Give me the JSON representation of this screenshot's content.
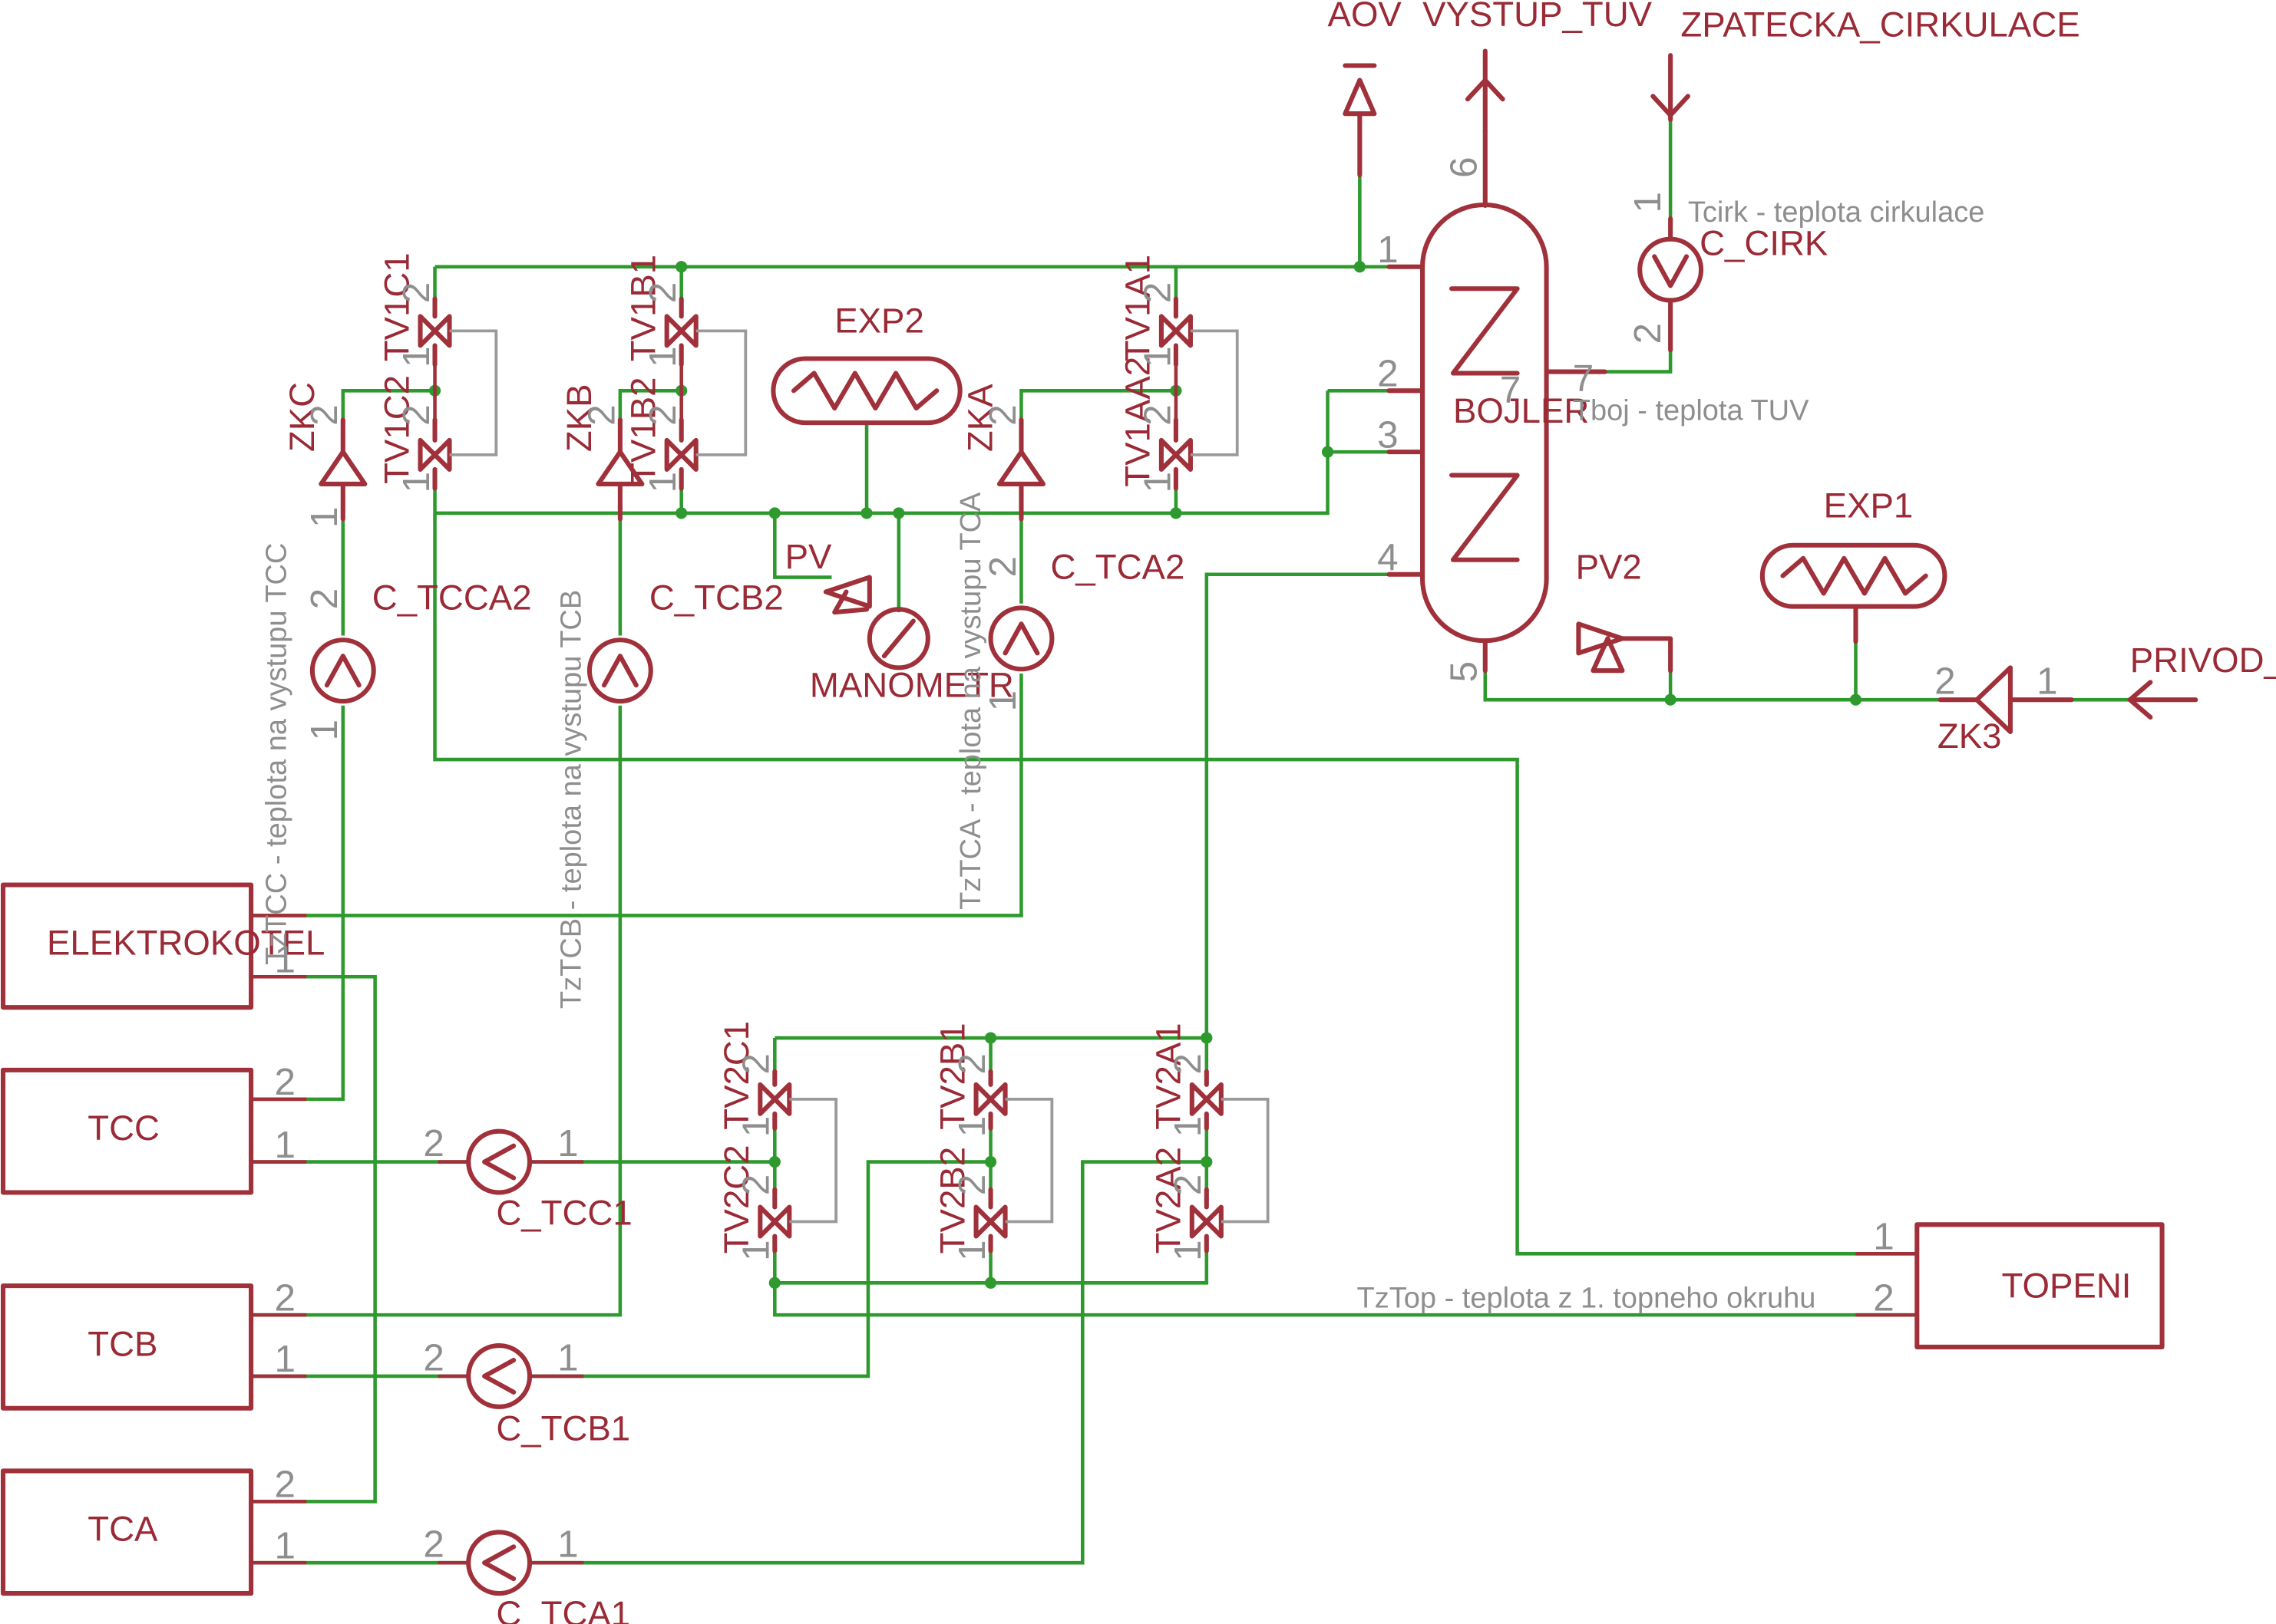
{
  "colors": {
    "symbol": "#a0303a",
    "net": "#2e9a2e",
    "note": "#8e8e8e",
    "label": "#9a2a35"
  },
  "labels": {
    "aov": "AOV",
    "vystup": "VYSTUP_TUV",
    "zpatecka": "ZPATECKA_CIRKULACE",
    "privod": "PRIVOD_SUV",
    "bojler": "BOJLER",
    "exp1": "EXP1",
    "exp2": "EXP2",
    "pv": "PV",
    "pv2": "PV2",
    "manometr": "MANOMETR",
    "zk3": "ZK3",
    "c_cirk": "C_CIRK",
    "topeni": "TOPENI",
    "elektrokotel": "ELEKTROKOTEL",
    "tcc": "TCC",
    "tcb": "TCB",
    "tca": "TCA",
    "c_tcc1": "C_TCC1",
    "c_tcb1": "C_TCB1",
    "c_tca1": "C_TCA1",
    "c_tcca2": "C_TCCA2",
    "c_tcb2": "C_TCB2",
    "c_tca2": "C_TCA2",
    "zkc": "ZKC",
    "zkb": "ZKB",
    "zka": "ZKA",
    "tv1c1": "TV1C1",
    "tv1c2": "TV1C2",
    "tv1b1": "TV1B1",
    "tv1b2": "TV1B2",
    "tv1a1": "TV1A1",
    "tv1aa2": "TV1AA2",
    "tv2c1": "TV2C1",
    "tv2c2": "TV2C2",
    "tv2b1": "TV2B1",
    "tv2b2": "TV2B2",
    "tv2a1": "TV2A1",
    "tv2a2": "TV2A2"
  },
  "notes": {
    "tcirk": "Tcirk - teplota cirkulace",
    "tboj": "Tboj - teplota TUV",
    "tztop": "TzTop - teplota z 1. topneho okruhu",
    "tztcc": "TzTCC - teplota na vystupu TCC",
    "tztcb": "TzTCB - teplota na vystupu TCB",
    "tztca": "TzTCA - teplota na vystupu TCA"
  },
  "pins": {
    "p1": "1",
    "p2": "2",
    "p3": "3",
    "p4": "4",
    "p5": "5",
    "p6": "6",
    "p7": "7"
  }
}
